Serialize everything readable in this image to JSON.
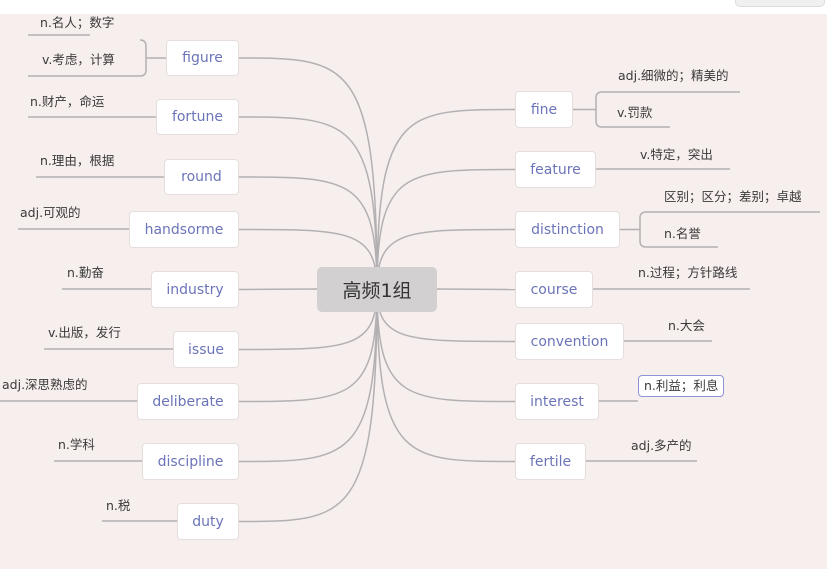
{
  "root": {
    "label": "高频1组"
  },
  "left_topics": [
    {
      "label": "figure",
      "notes": [
        "n.名人；数字",
        "v.考虑，计算"
      ]
    },
    {
      "label": "fortune",
      "notes": [
        "n.财产，命运"
      ]
    },
    {
      "label": "round",
      "notes": [
        "n.理由，根据"
      ]
    },
    {
      "label": "handsorme",
      "notes": [
        "adj.可观的"
      ]
    },
    {
      "label": "industry",
      "notes": [
        "n.勤奋"
      ]
    },
    {
      "label": "issue",
      "notes": [
        "v.出版，发行"
      ]
    },
    {
      "label": "deliberate",
      "notes": [
        "adj.深思熟虑的"
      ]
    },
    {
      "label": "discipline",
      "notes": [
        "n.学科"
      ]
    },
    {
      "label": "duty",
      "notes": [
        "n.税"
      ]
    }
  ],
  "right_topics": [
    {
      "label": "fine",
      "notes": [
        "adj.细微的；精美的",
        "v.罚款"
      ]
    },
    {
      "label": "feature",
      "notes": [
        "v.特定，突出"
      ]
    },
    {
      "label": "distinction",
      "notes": [
        "区别；区分；差别；卓越",
        "n.名誉"
      ]
    },
    {
      "label": "course",
      "notes": [
        "n.过程；方针路线"
      ]
    },
    {
      "label": "convention",
      "notes": [
        "n.大会"
      ]
    },
    {
      "label": "interest",
      "notes": [
        "n.利益；利息"
      ]
    },
    {
      "label": "fertile",
      "notes": [
        "adj.多产的"
      ]
    }
  ],
  "colors": {
    "line": "#b3b0b3",
    "topic_text": "#6b74b8",
    "selected_border": "#8e93d8",
    "background": "#f7efed"
  }
}
